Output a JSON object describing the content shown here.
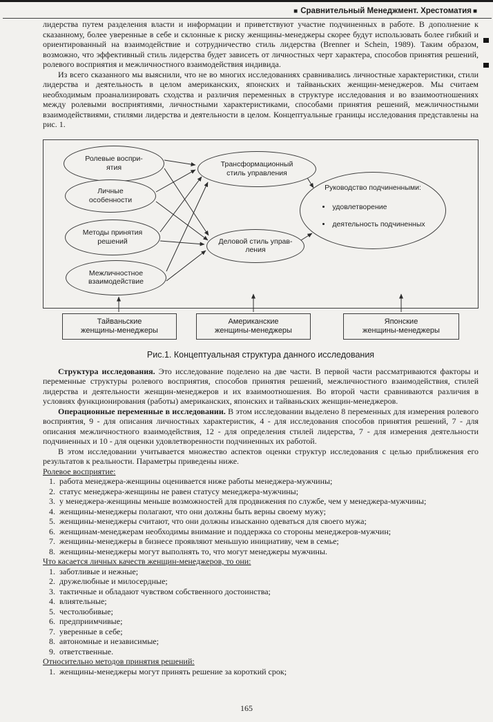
{
  "header": {
    "marker": "■",
    "title": "Сравнительный Менеджмент. Хрестоматия"
  },
  "intro": {
    "p1": "лидерства путем разделения власти и информации и приветствуют участие подчиненных в работе. В дополнение к сказанному, более уверенные в себе и склонные к риску женщины-менеджеры скорее будут использовать более гибкий и ориентированный на взаимодействие и сотрудничество стиль лидерства (Brenner и Schein, 1989). Таким образом, возможно, что эффективный стиль лидерства будет зависеть от личностных черт характера, способов принятия решений, ролевого восприятия и межличностного взаимодействия индивида.",
    "p2": "Из всего сказанного мы выяснили, что не во многих исследованиях сравнивались личностные характеристики, стили лидерства и деятельность в целом американских, японских и тайваньских женщин-менеджеров. Мы считаем необходимым проанализировать сходства и различия переменных в структуре исследования и во взаимоотношениях между ролевыми восприятиями, личностными характеристиками, способами принятия решений, межличностными взаимодействиями, стилями лидерства и деятельности в целом. Концептуальные границы исследования представлены на рис. 1."
  },
  "figure": {
    "caption": "Рис.1. Концептуальная структура данного исследования",
    "nodes": {
      "role": "Ролевые воспри-\nятия",
      "personal": "Личные\nособенности",
      "decision": "Методы принятия\nрешений",
      "interpersonal": "Межличностное\nвзаимодействие",
      "transform": "Трансформационный\nстиль управления",
      "business": "Деловой стиль управ-\nления",
      "outcome_title": "Руководство подчиненными:",
      "outcome_items": [
        "удовлетворение",
        "деятельность подчиненных"
      ]
    },
    "groups": [
      "Тайваньские\nженщины-менеджеры",
      "Американские\nженщины-менеджеры",
      "Японские\nженщины-менеджеры"
    ]
  },
  "sections": {
    "structure": {
      "lead": "Структура исследования.",
      "text": "Это исследование поделено на две части. В первой части рассматриваются факторы и переменные структуры ролевого восприятия, способов принятия решений, межличностного взаимодействия, стилей лидерства и деятельности женщин-менеджеров и их взаимоотношения. Во второй части сравниваются различия в условиях функционирования (работы) американских, японских и тайваньских женщин-менеджеров."
    },
    "variables": {
      "lead": "Операционные переменные в исследовании.",
      "text": "В этом исследовании выделено 8 переменных для измерения ролевого восприятия, 9 - для описания личностных характеристик, 4 - для исследования способов принятия решений, 7 - для описания межличностного взаимодействия, 12 - для определения стилей лидерства, 7 - для измерения деятельности подчиненных и 10 - для оценки удовлетворенности подчиненных их работой."
    },
    "aspects": "В этом исследовании учитывается множество аспектов оценки структур исследования с целью приближения его результатов к реальности. Параметры приведены ниже."
  },
  "lists": {
    "role_perception": {
      "heading": "Ролевое восприятие:",
      "items": [
        "работа менеджера-женщины оценивается ниже работы менеджера-мужчины;",
        "статус менеджера-женщины не равен статусу менеджера-мужчины;",
        "у менеджера-женщины меньше возможностей для продвижения по службе, чем у менеджера-мужчины;",
        "женщины-менеджеры полагают, что они должны быть верны своему мужу;",
        "женщины-менеджеры считают, что они должны изысканно одеваться для своего мужа;",
        "женщинам-менеджерам необходимы внимание и поддержка со стороны менеджеров-мужчин;",
        "женщины-менеджеры в бизнесе проявляют меньшую инициативу, чем в семье;",
        "женщины-менеджеры могут выполнять то, что могут менеджеры мужчины."
      ]
    },
    "personal_qualities": {
      "heading": "Что касается личных качеств женщин-менеджеров, то они:",
      "items": [
        "заботливые и нежные;",
        "дружелюбные и милосердные;",
        "тактичные и обладают чувством собственного достоинства;",
        "влиятельные;",
        "честолюбивые;",
        "предприимчивые;",
        "уверенные в себе;",
        "автономные и независимые;",
        "ответственные."
      ]
    },
    "decision_methods": {
      "heading": "Относительно методов принятия решений:",
      "items": [
        "женщины-менеджеры могут принять решение за короткий срок;"
      ]
    }
  },
  "page": {
    "number": "165"
  }
}
